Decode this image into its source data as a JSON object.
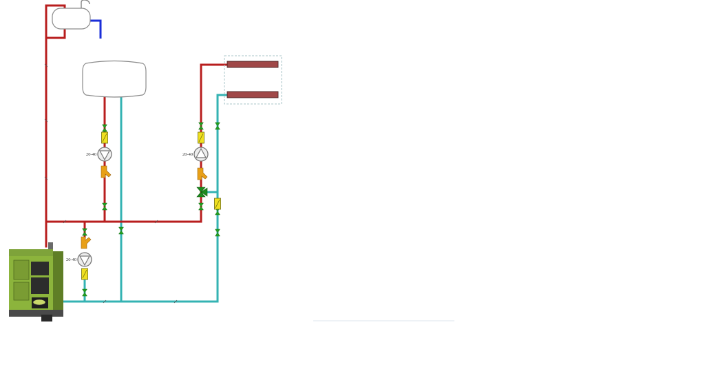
{
  "diagram": {
    "type": "heating-system-schematic",
    "colors": {
      "supply": "#b81e1e",
      "return": "#34b3b3",
      "cold_water": "#1a2ed8",
      "valve": "#22a020",
      "check_valve": "#e8a018",
      "filter": "#f0e020",
      "radiator": "#a04848",
      "boiler": "#8cb43c",
      "mixing_valve": "#1e8a1e"
    },
    "pumps": [
      {
        "id": "tank-circuit-pump",
        "label": "20-40"
      },
      {
        "id": "radiator-circuit-pump",
        "label": "20-40"
      },
      {
        "id": "boiler-circuit-pump",
        "label": "20-40"
      }
    ],
    "components": {
      "expansion_vessel": "expansion-vessel",
      "storage_tank": "storage-tank",
      "boiler": "solid-fuel-boiler",
      "radiators": 2,
      "mixing_valve": "three-way-mixing-valve"
    }
  }
}
